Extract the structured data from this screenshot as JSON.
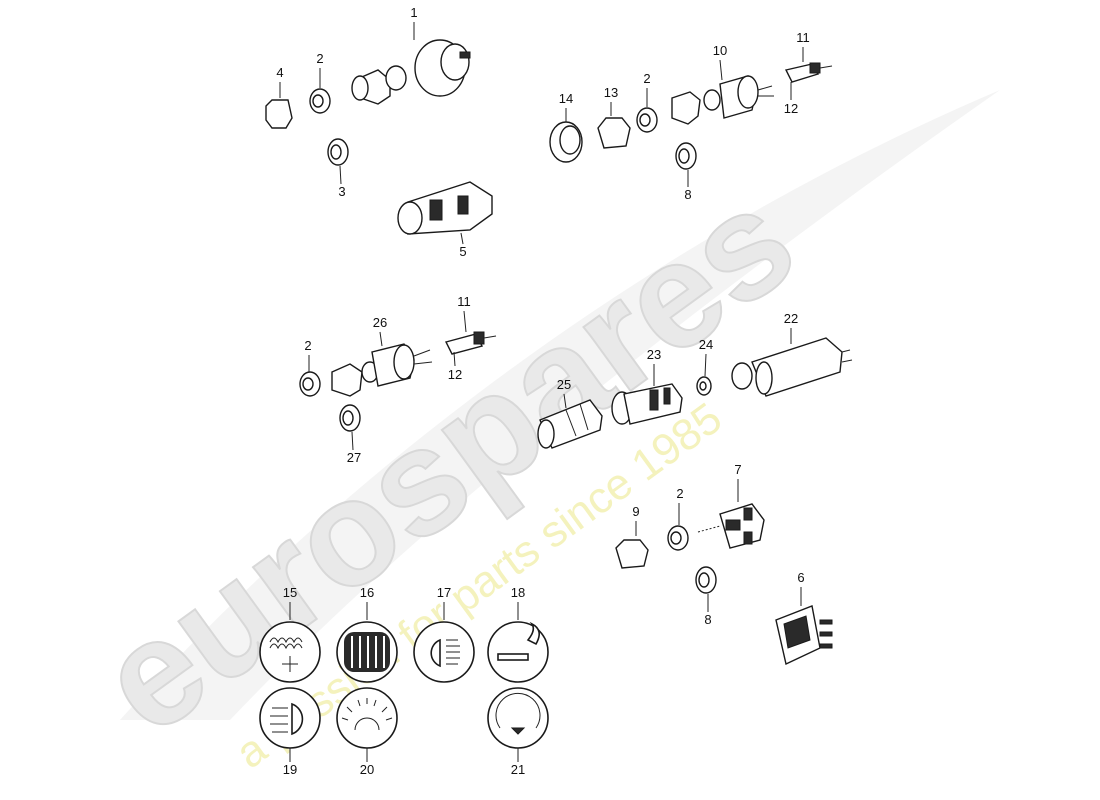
{
  "watermark": {
    "brand": "eurospares",
    "tagline": "a passion for parts since 1985"
  },
  "callouts": {
    "c1": "1",
    "c4": "4",
    "c2a": "2",
    "c3": "3",
    "c5": "5",
    "c14": "14",
    "c13": "13",
    "c2b": "2",
    "c10": "10",
    "c11a": "11",
    "c12a": "12",
    "c8a": "8",
    "c2c": "2",
    "c26": "26",
    "c11b": "11",
    "c12b": "12",
    "c27": "27",
    "c25": "25",
    "c23": "23",
    "c24": "24",
    "c22": "22",
    "c9": "9",
    "c2d": "2",
    "c7": "7",
    "c8b": "8",
    "c6": "6",
    "c15": "15",
    "c16": "16",
    "c17": "17",
    "c18": "18",
    "c19": "19",
    "c20": "20",
    "c21": "21"
  },
  "symbols": {
    "s15": "rear-window-heater-symbol",
    "s16": "seat-heater-symbol",
    "s17": "headlight-symbol",
    "s18": "cigarette-lighter-symbol",
    "s19": "fog-light-symbol",
    "s20": "interior-light-symbol",
    "s21": "heating-control-symbol"
  }
}
